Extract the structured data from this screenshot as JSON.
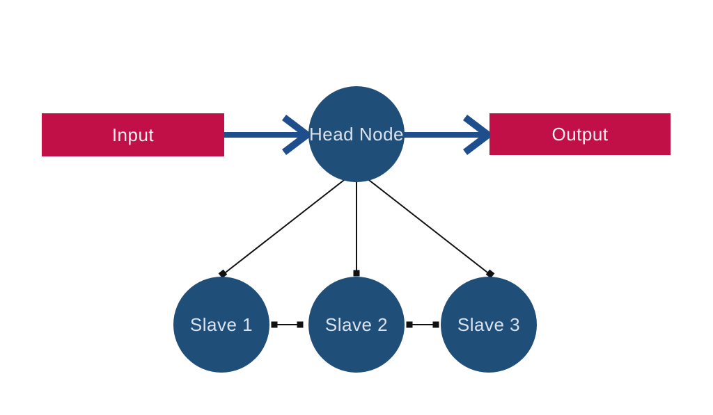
{
  "title": "Head node cluster diagram",
  "colors": {
    "background": "#ffffff",
    "box_fill": "#c11048",
    "node_fill": "#1f4e79",
    "arrow_blue": "#1f4e8c",
    "connector_black": "#111111",
    "box_text": "#f4edf1",
    "node_text": "#d9e3f0"
  },
  "boxes": {
    "input": {
      "label": "Input"
    },
    "output": {
      "label": "Output"
    }
  },
  "nodes": {
    "head": {
      "label": "Head Node"
    },
    "slave1": {
      "label": "Slave 1"
    },
    "slave2": {
      "label": "Slave 2"
    },
    "slave3": {
      "label": "Slave 3"
    }
  },
  "edges": [
    {
      "from": "Input",
      "to": "Head Node",
      "style": "thick-blue-arrow"
    },
    {
      "from": "Head Node",
      "to": "Output",
      "style": "thick-blue-arrow"
    },
    {
      "from": "Head Node",
      "to": "Slave 1",
      "style": "thin-black-line-square-end"
    },
    {
      "from": "Head Node",
      "to": "Slave 2",
      "style": "thin-black-line-square-end"
    },
    {
      "from": "Head Node",
      "to": "Slave 3",
      "style": "thin-black-line-square-end"
    },
    {
      "from": "Slave 1",
      "to": "Slave 2",
      "style": "thin-black-line-square-both-ends"
    },
    {
      "from": "Slave 2",
      "to": "Slave 3",
      "style": "thin-black-line-square-both-ends"
    }
  ]
}
